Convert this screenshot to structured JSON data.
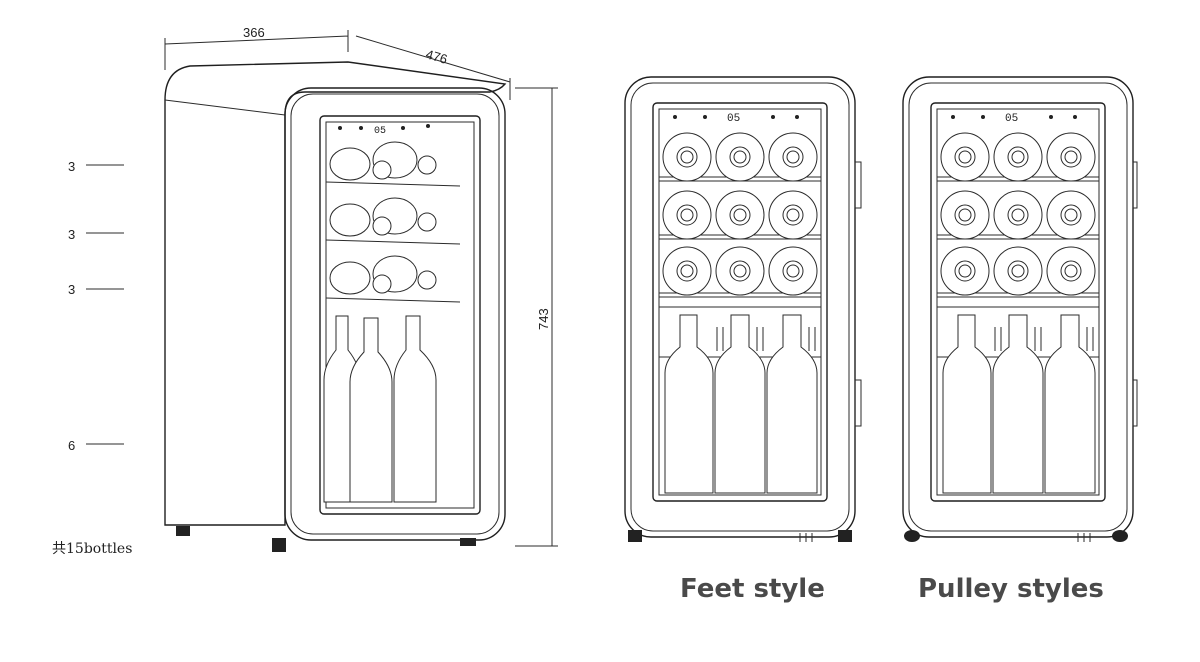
{
  "dimensions": {
    "width": "366",
    "depth": "476",
    "height": "743"
  },
  "shelf_counts": [
    "3",
    "3",
    "3",
    "6"
  ],
  "total_label": "共15bottles",
  "styles": {
    "feet_label": "Feet style",
    "pulley_label": "Pulley styles"
  }
}
